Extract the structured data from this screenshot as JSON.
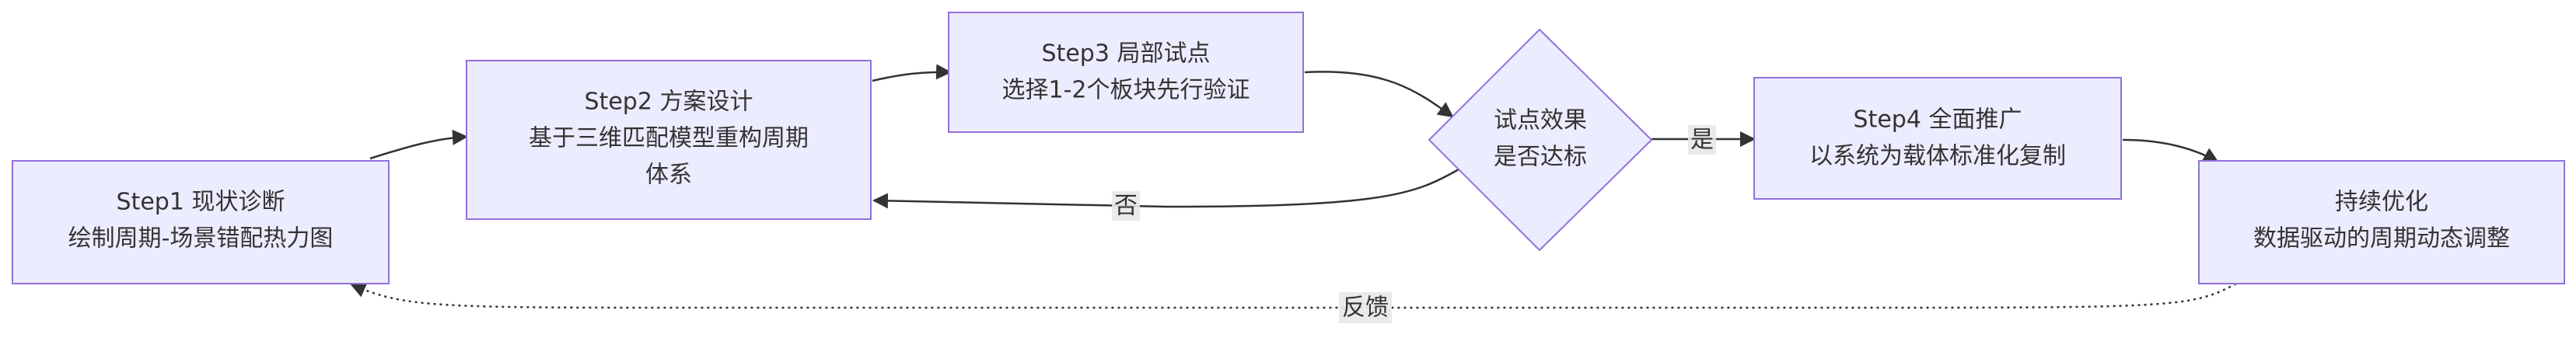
{
  "nodes": {
    "step1": {
      "line1": "Step1 现状诊断",
      "line2": "绘制周期-场景错配热力图"
    },
    "step2": {
      "line1": "Step2 方案设计",
      "line2": "基于三维匹配模型重构周期",
      "line3": "体系"
    },
    "step3": {
      "line1": "Step3 局部试点",
      "line2": "选择1-2个板块先行验证"
    },
    "decision": {
      "line1": "试点效果",
      "line2": "是否达标"
    },
    "step4": {
      "line1": "Step4 全面推广",
      "line2": "以系统为载体标准化复制"
    },
    "optimize": {
      "line1": "持续优化",
      "line2": "数据驱动的周期动态调整"
    }
  },
  "edges": {
    "yes_label": "是",
    "no_label": "否",
    "feedback_label": "反馈"
  },
  "colors": {
    "node_fill": "#ECECFF",
    "node_stroke": "#9370DB",
    "line": "#333333",
    "text": "#333333"
  }
}
